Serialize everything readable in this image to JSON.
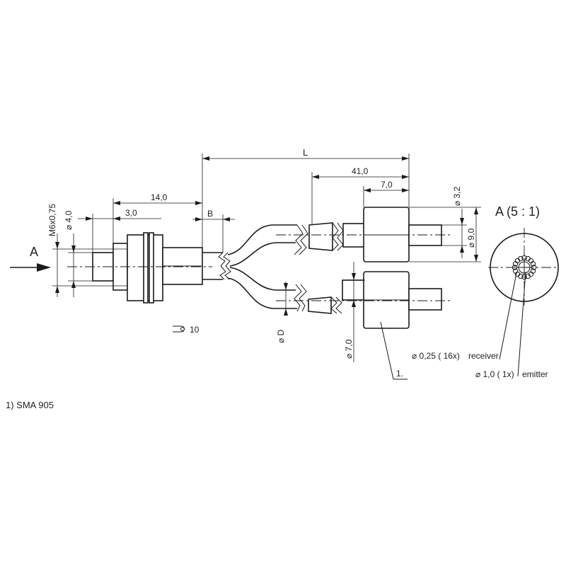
{
  "view": {
    "label": "A",
    "scale_title": "A  (5 : 1)"
  },
  "dimensions": {
    "L": "L",
    "d41": "41,0",
    "d7": "7,0",
    "d14": "14,0",
    "d3": "3,0",
    "B": "B",
    "thread": "M6x0,75",
    "dia4": "⌀ 4,0",
    "dia32": "⌀ 3,2",
    "dia9": "⌀ 9,0",
    "diaD": "⌀ D",
    "dia7": "⌀ 7,0"
  },
  "callouts": {
    "item10": "10",
    "item1": "1.",
    "receiver_size": "⌀ 0,25  ( 16x)",
    "receiver_label": "receiver",
    "emitter_size": "⌀ 1,0   ( 1x)",
    "emitter_label": "emitter"
  },
  "footnote": "1) SMA 905"
}
